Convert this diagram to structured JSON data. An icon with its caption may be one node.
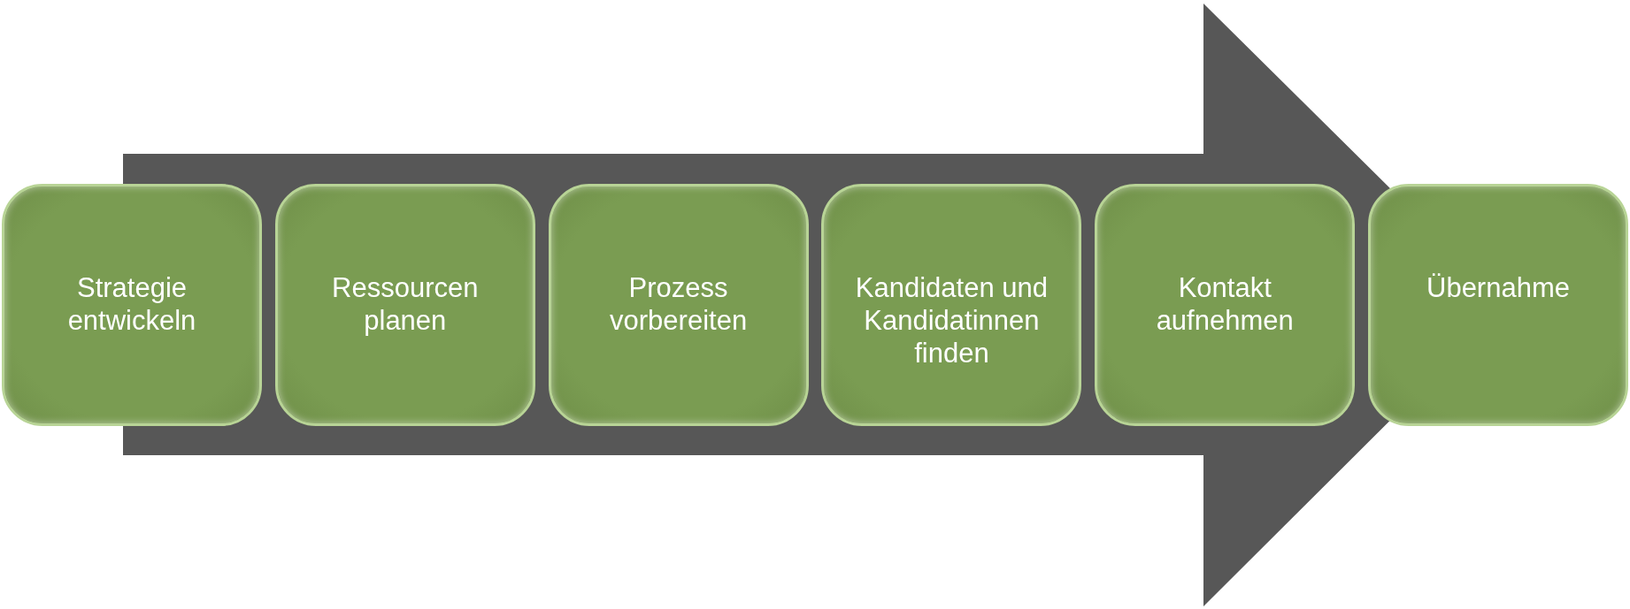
{
  "diagram": {
    "nodes": [
      {
        "text": [
          "Strategie entwickeln"
        ]
      },
      {
        "text": [
          "Ressourcen planen"
        ]
      },
      {
        "text": [
          "Prozess vorbereiten"
        ]
      },
      {
        "text": [
          "Kandidaten und Kandidatinnen finden"
        ]
      },
      {
        "text": [
          "Kontakt aufnehmen"
        ]
      },
      {
        "text": [
          "Übernahme"
        ]
      }
    ],
    "edges": [
      {
        "from": 0,
        "to": 5,
        "arrow": "to"
      }
    ]
  }
}
